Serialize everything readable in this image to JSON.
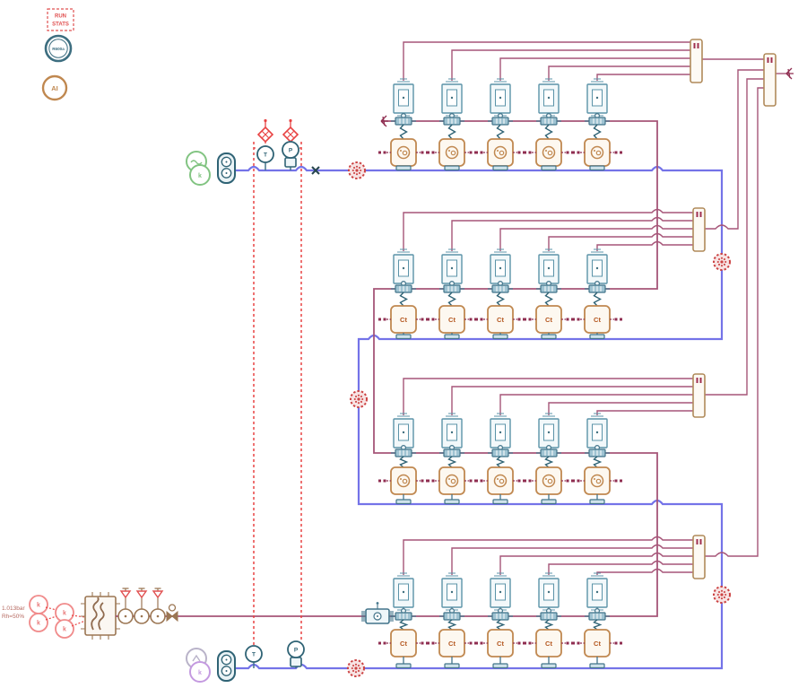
{
  "legend": {
    "run_stats_line1": "RUN",
    "run_stats_line2": "STATS",
    "refrigerant_badge": "R600a",
    "ai_badge": "AI"
  },
  "ambient": {
    "pressure": "1.013bar",
    "humidity": "Rh=50%",
    "source_label": "k"
  },
  "sources": {
    "top_label": "k",
    "bottom_label": "k"
  },
  "sensors": {
    "temperature": "T",
    "pressure": "P"
  },
  "units": {
    "coil_label": "Ct",
    "per_row": 5,
    "rows": [
      {
        "id": "fan-coil-row-1",
        "type": "fan"
      },
      {
        "id": "coil-row-2",
        "type": "coil"
      },
      {
        "id": "fan-coil-row-3",
        "type": "fan"
      },
      {
        "id": "coil-row-4",
        "type": "coil"
      }
    ]
  },
  "colors": {
    "blue_line": "#7473e8",
    "maroon_line": "#a65578",
    "signal_red": "#e84343",
    "component_teal": "#2f6375",
    "component_teal_light": "#9fc3d2",
    "component_tan": "#c08850",
    "coil_text": "#b4561e",
    "brown": "#9b7653",
    "pink": "#f08a8a",
    "green": "#82c482",
    "purple": "#c49ae0",
    "fan_red": "#cc4444",
    "pin_maroon": "#8f2d50"
  }
}
